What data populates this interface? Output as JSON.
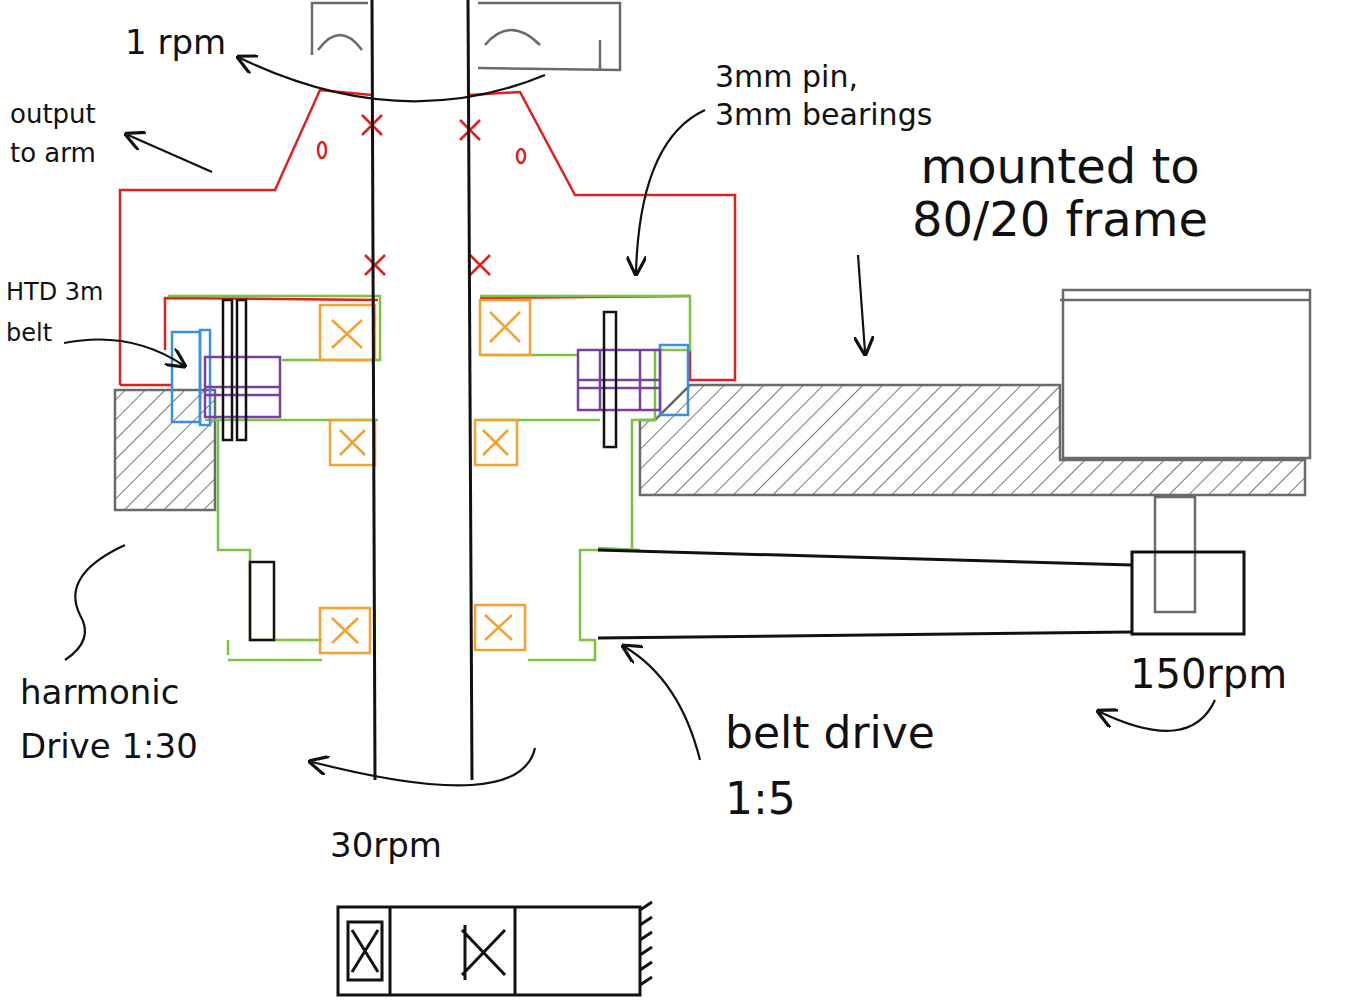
{
  "diagram": {
    "labels": [
      "output to arm",
      "1 rpm",
      "3mm pin, 3mm bearings",
      "mounted to 80/20 frame",
      "HTD 3m belt",
      "harmonic Drive 1:30",
      "30rpm",
      "belt drive 1:5",
      "150rpm"
    ]
  }
}
